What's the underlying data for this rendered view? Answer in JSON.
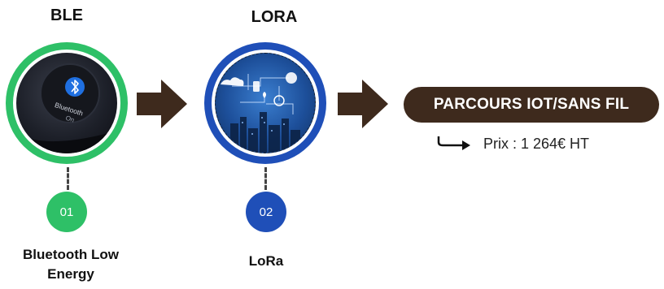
{
  "steps": [
    {
      "title": "BLE",
      "screen_text_1": "Bluetooth",
      "screen_text_2": "On",
      "number": "01",
      "label_line1": "Bluetooth Low",
      "label_line2": "Energy",
      "color": "#2ec067"
    },
    {
      "title": "LORA",
      "number": "02",
      "label_line1": "LoRa",
      "color": "#1f4fb8"
    }
  ],
  "result": {
    "pill_label": "PARCOURS IOT/SANS FIL",
    "price_text": "Prix : 1 264€ HT",
    "pill_color": "#3e2a1d"
  },
  "icons": {
    "arrow": "chevron-arrow-right",
    "price_arrow": "hooked-arrow-right",
    "ble_image": "smartwatch-bluetooth-screen",
    "lora_image": "iot-network-city-illustration"
  }
}
